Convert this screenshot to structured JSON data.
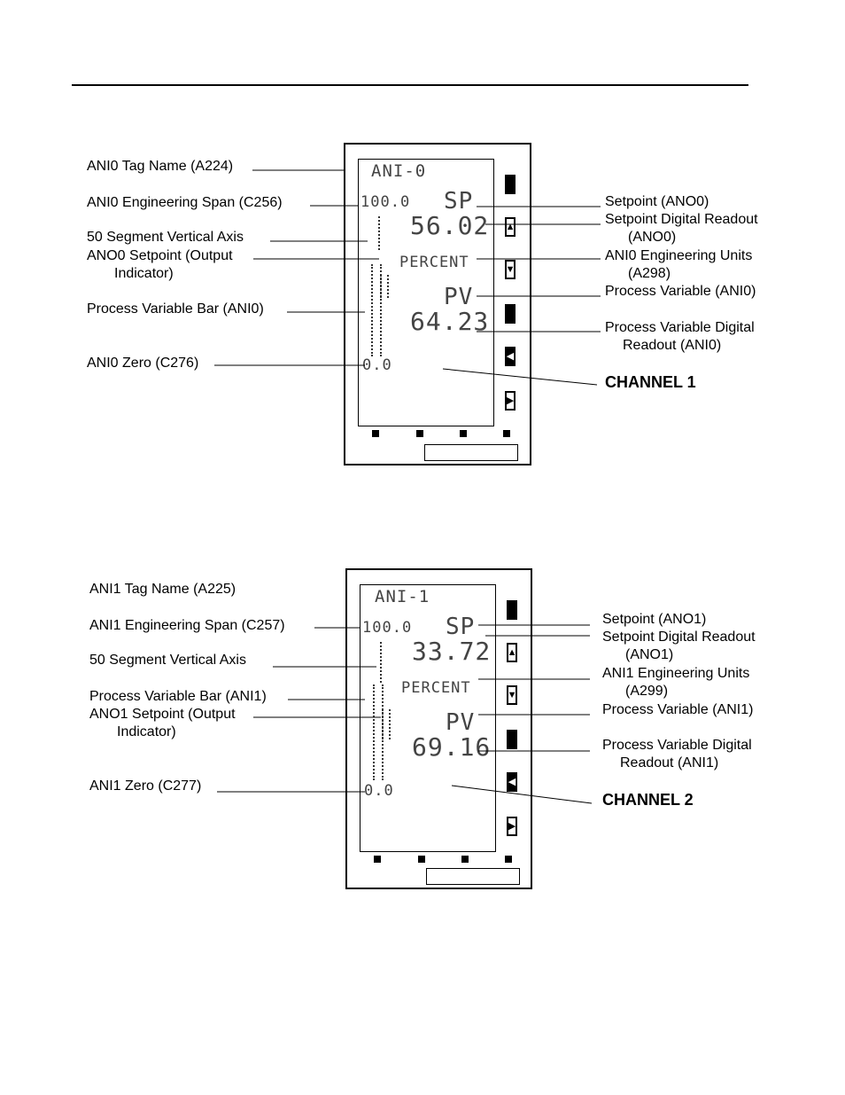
{
  "diagrams": [
    {
      "id": "channel1",
      "lcd": {
        "tag": "ANI-0",
        "span": "100.0",
        "sp": "SP",
        "sp_value": "56.02",
        "units": "PERCENT",
        "pv": "PV",
        "pv_value": "64.23",
        "zero": "0.0"
      },
      "labels": {
        "tag_name": "ANI0 Tag Name (A224)",
        "eng_span": "ANI0 Engineering Span (C256)",
        "vert_axis": "50 Segment Vertical Axis",
        "setpoint_ind_1": "ANO0 Setpoint (Output",
        "setpoint_ind_2": "Indicator)",
        "pv_bar": "Process Variable Bar (ANI0)",
        "zero": "ANI0 Zero (C276)",
        "setpoint": "Setpoint (ANO0)",
        "sp_readout_1": "Setpoint Digital Readout",
        "sp_readout_2": "(ANO0)",
        "eng_units_1": "ANI0 Engineering Units",
        "eng_units_2": "(A298)",
        "pv": "Process Variable (ANI0)",
        "pv_readout_1": "Process Variable Digital",
        "pv_readout_2": "Readout (ANI0)",
        "channel": "CHANNEL 1"
      }
    },
    {
      "id": "channel2",
      "lcd": {
        "tag": "ANI-1",
        "span": "100.0",
        "sp": "SP",
        "sp_value": "33.72",
        "units": "PERCENT",
        "pv": "PV",
        "pv_value": "69.16",
        "zero": "0.0"
      },
      "labels": {
        "tag_name": "ANI1 Tag Name (A225)",
        "eng_span": "ANI1 Engineering Span (C257)",
        "vert_axis": "50 Segment Vertical Axis",
        "pv_bar": "Process Variable Bar (ANI1)",
        "setpoint_ind_1": "ANO1 Setpoint (Output",
        "setpoint_ind_2": "Indicator)",
        "zero": "ANI1 Zero (C277)",
        "setpoint": "Setpoint (ANO1)",
        "sp_readout_1": "Setpoint Digital Readout",
        "sp_readout_2": "(ANO1)",
        "eng_units_1": "ANI1 Engineering Units",
        "eng_units_2": "(A299)",
        "pv": "Process Variable (ANI1)",
        "pv_readout_1": "Process Variable Digital",
        "pv_readout_2": "Readout (ANI1)",
        "channel": "CHANNEL 2"
      }
    }
  ],
  "icons": {
    "up": "up-arrow-icon",
    "down": "down-arrow-icon",
    "left": "left-arrow-icon",
    "right": "right-arrow-icon"
  }
}
